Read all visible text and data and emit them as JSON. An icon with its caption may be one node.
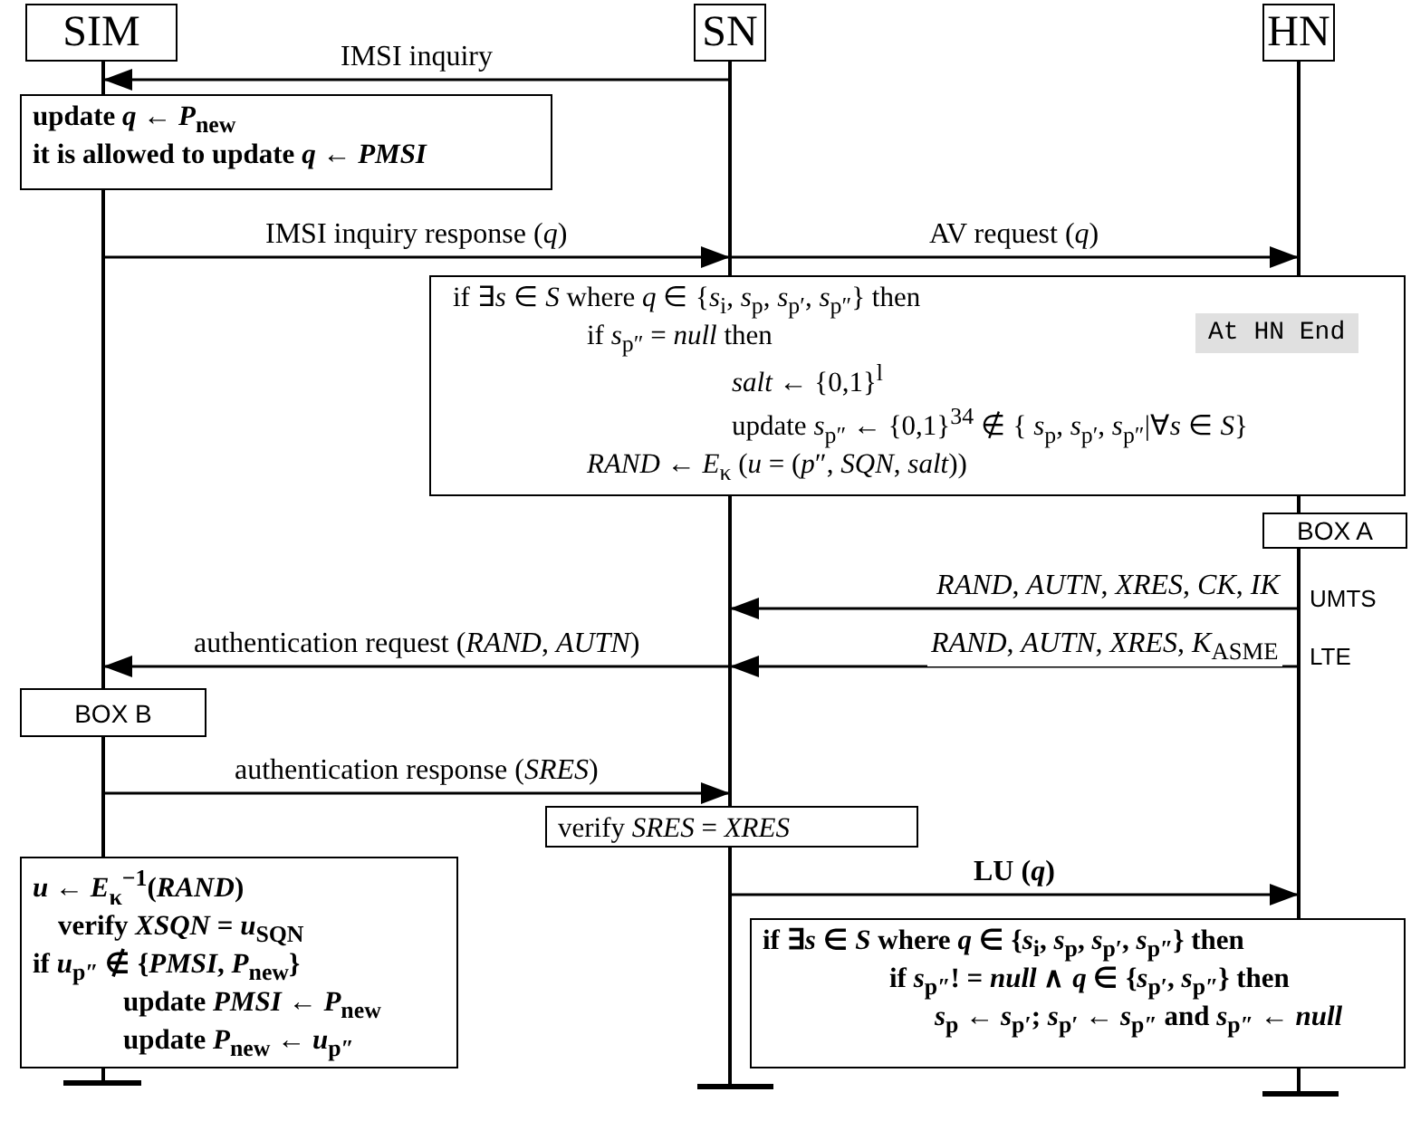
{
  "diagram": {
    "nodes": [
      {
        "text": [
          "SIM"
        ]
      },
      {
        "text": [
          "SN"
        ]
      },
      {
        "text": [
          "HN"
        ]
      },
      {
        "text": [],
        "shape": "bar"
      },
      {
        "text": [],
        "shape": "bar"
      },
      {
        "text": [],
        "shape": "bar"
      },
      {
        "text": [
          "update *q* ← *P*$_{new}$",
          "it is allowed to update *q* ← *PMSI*"
        ]
      },
      {
        "text": [
          "if ∃*s* ∈ *S* where *q* ∈ {*s*$_{i}$, *s*$_{p}$, *s*$_{p′}$, *s*$_{p″}$} then",
          "if *s*$_{p″}$ = *null* then",
          "*salt* ← {0,1}$^{l}$",
          "update *s*$_{p″}$ ← {0,1}$^{34}$ ∉ { *s*$_{p}$, *s*$_{p′}$, *s*$_{p″}$|∀*s* ∈ *S*}",
          "*RAND* ← *E*$_{κ}$ (*u* = (*p*″, *SQN*, *salt*))"
        ]
      },
      {
        "text": [
          "BOX A"
        ]
      },
      {
        "text": [
          "BOX B"
        ]
      },
      {
        "text": [
          "verify *SRES* = *XRES*"
        ]
      },
      {
        "text": [
          "*u* ← *E*$_{κ}$$^{−1}$(*RAND*)",
          "verify *XSQN* = *u*$_{SQN}$",
          "if *u*$_{p″}$ ∉ {*PMSI*, *P*$_{new}$}",
          "update *PMSI* ← *P*$_{new}$",
          "update *P*$_{new}$ ← *u*$_{p″}$"
        ]
      },
      {
        "text": [
          "if ∃*s* ∈ *S* where *q* ∈ {*s*$_{i}$, *s*$_{p}$, *s*$_{p′}$, *s*$_{p″}$} then",
          "if *s*$_{p″}$! = *null* ∧ *q* ∈ {*s*$_{p′}$, *s*$_{p″}$} then",
          "*s*$_{p}$ ← *s*$_{p′}$; *s*$_{p′}$ ← *s*$_{p″}$ and *s*$_{p″}$ ← *null*"
        ]
      }
    ],
    "edges": [
      {
        "from": 4,
        "to": 3,
        "arrow": "to",
        "label": "IMSI inquiry"
      },
      {
        "from": 3,
        "to": 4,
        "arrow": "to",
        "label": "IMSI inquiry response (*q*)"
      },
      {
        "from": 4,
        "to": 5,
        "arrow": "to",
        "label": "AV request (*q*)"
      },
      {
        "from": 5,
        "to": 4,
        "arrow": "to",
        "label": "*RAND*, *AUTN*, *XRES*, *CK*, *IK*"
      },
      {
        "from": 5,
        "to": 4,
        "arrow": "to",
        "label": "*RAND*, *AUTN*, *XRES*, *K*$_{ASME}$"
      },
      {
        "from": 4,
        "to": 3,
        "arrow": "to",
        "label": "authentication request (*RAND*, *AUTN*)"
      },
      {
        "from": 3,
        "to": 4,
        "arrow": "to",
        "label": "authentication response (*SRES*)"
      },
      {
        "from": 4,
        "to": 5,
        "arrow": "to",
        "label": "LU (*q*)"
      }
    ],
    "labels": [
      "At HN End",
      "UMTS",
      "LTE"
    ]
  }
}
